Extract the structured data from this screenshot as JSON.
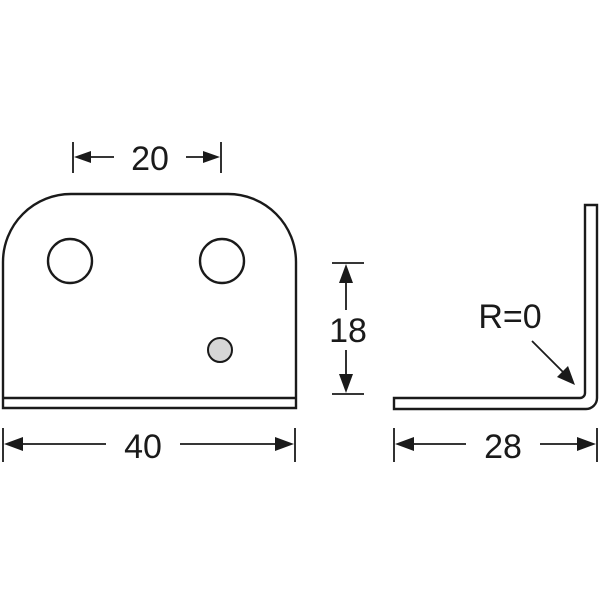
{
  "drawing": {
    "type": "angle bracket technical drawing",
    "front_view": {
      "width_dimension": "40",
      "hole_spacing_dimension": "20",
      "height_dimension": "18",
      "holes": 2,
      "marker_dot_color": "#d6d6d6"
    },
    "side_view": {
      "leg_dimension": "28",
      "bend_radius_label": "R=0"
    },
    "colors": {
      "line": "#1a1a1a",
      "background": "#ffffff",
      "dot_fill": "#d6d6d6"
    }
  }
}
